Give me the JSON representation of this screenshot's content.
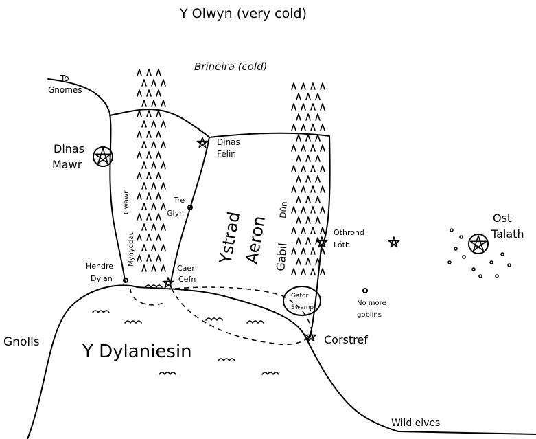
{
  "regions": {
    "north_far": "Y Olwyn (very cold)",
    "north": "Brineira (cold)",
    "valley": [
      "Ystrad",
      "Aeron"
    ],
    "sea": "Y Dylaniesin",
    "west": "Gnolls",
    "southeast": "Wild elves",
    "northwest": [
      "To",
      "Gnomes"
    ]
  },
  "places": {
    "dinas_mawr": [
      "Dinas",
      "Mawr"
    ],
    "dinas_felin": [
      "Dinas",
      "Felin"
    ],
    "tre_glyn": [
      "Tre",
      "Glyn"
    ],
    "hendre_dylan": [
      "Hendre",
      "Dylan"
    ],
    "caer_cefn": [
      "Caer",
      "Cefn"
    ],
    "othrond_loth": [
      "Othrond",
      "Lóth"
    ],
    "corstref": "Corstref",
    "ost_talath": [
      "Ost",
      "Talath"
    ],
    "gator_swamp": [
      "Gator",
      "Swamp"
    ],
    "no_more_goblins": [
      "No more",
      "goblins"
    ]
  },
  "mountains": {
    "west_range": [
      "Gwawr",
      "Mynyddau"
    ],
    "east_range": [
      "Gabil",
      "Dûn"
    ]
  }
}
